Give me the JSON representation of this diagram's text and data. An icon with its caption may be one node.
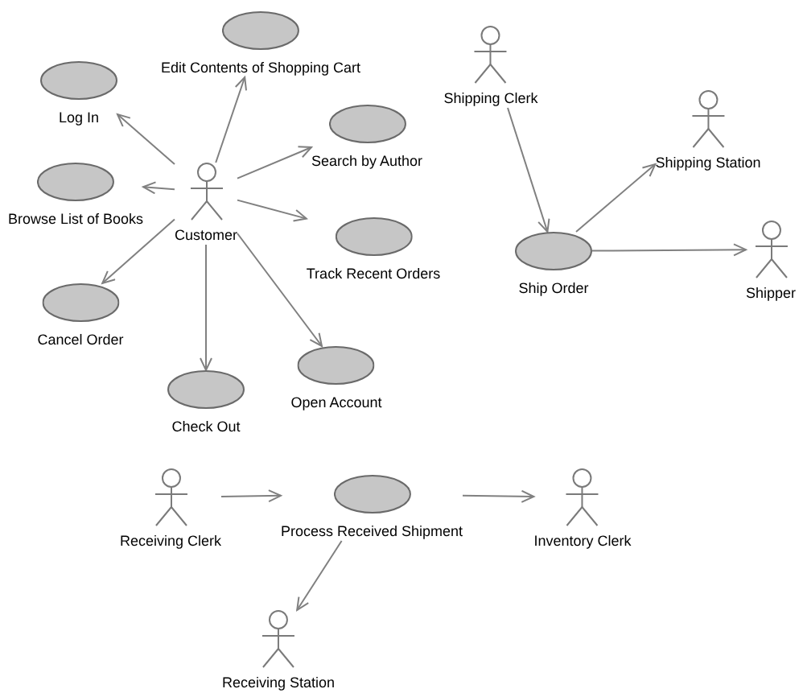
{
  "diagram": {
    "nodes": [
      {
        "text": [
          "Edit Contents of Shopping Cart"
        ]
      },
      {
        "text": [
          "Shipping Clerk"
        ]
      },
      {
        "text": [
          "Log In"
        ]
      },
      {
        "text": [
          "Shipping Station"
        ]
      },
      {
        "text": [
          "Search by Author"
        ]
      },
      {
        "text": [
          "Customer"
        ]
      },
      {
        "text": [
          "Browse List of Books"
        ]
      },
      {
        "text": [
          "Track Recent Orders"
        ]
      },
      {
        "text": [
          "Ship Order"
        ]
      },
      {
        "text": [
          "Shipper"
        ]
      },
      {
        "text": [
          "Cancel Order"
        ]
      },
      {
        "text": [
          "Open Account"
        ]
      },
      {
        "text": [
          "Check Out"
        ]
      },
      {
        "text": [
          "Receiving Clerk"
        ]
      },
      {
        "text": [
          "Process Received Shipment"
        ]
      },
      {
        "text": [
          "Inventory Clerk"
        ]
      },
      {
        "text": [
          "Receiving Station"
        ]
      }
    ],
    "edges": [
      {
        "from": 5,
        "to": 2,
        "arrow": "to"
      },
      {
        "from": 5,
        "to": 0,
        "arrow": "to"
      },
      {
        "from": 5,
        "to": 4,
        "arrow": "to"
      },
      {
        "from": 5,
        "to": 6,
        "arrow": "to"
      },
      {
        "from": 5,
        "to": 7,
        "arrow": "to"
      },
      {
        "from": 5,
        "to": 10,
        "arrow": "to"
      },
      {
        "from": 5,
        "to": 12,
        "arrow": "to"
      },
      {
        "from": 5,
        "to": 11,
        "arrow": "to"
      },
      {
        "from": 1,
        "to": 8,
        "arrow": "to"
      },
      {
        "from": 8,
        "to": 3,
        "arrow": "to"
      },
      {
        "from": 8,
        "to": 9,
        "arrow": "to"
      },
      {
        "from": 13,
        "to": 14,
        "arrow": "to"
      },
      {
        "from": 14,
        "to": 15,
        "arrow": "to"
      },
      {
        "from": 14,
        "to": 16,
        "arrow": "to"
      }
    ]
  }
}
